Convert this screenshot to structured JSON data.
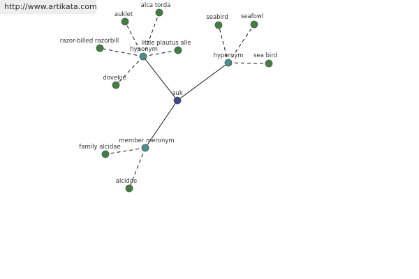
{
  "source": {
    "link_text": "http://www.artikata.com"
  },
  "colors": {
    "root": "#3b4a8a",
    "relation": "#4a8f8f",
    "leaf": "#3f7f3f"
  },
  "graph": {
    "root": {
      "id": "auk",
      "label": "auk"
    },
    "relations": [
      {
        "id": "hyponym",
        "label": "hyponym"
      },
      {
        "id": "hypernym",
        "label": "hypernym"
      },
      {
        "id": "member-meronym",
        "label": "member meronym"
      }
    ],
    "leaves": [
      {
        "id": "auklet",
        "label": "auklet",
        "relation": "hyponym"
      },
      {
        "id": "alca-torda",
        "label": "alca torda",
        "relation": "hyponym"
      },
      {
        "id": "razor-billed-razorbill",
        "label": "razor-billed razorbill",
        "relation": "hyponym"
      },
      {
        "id": "little-plautus-alle",
        "label": "little plautus alle",
        "relation": "hyponym"
      },
      {
        "id": "dovekie",
        "label": "dovekie",
        "relation": "hyponym"
      },
      {
        "id": "seabird",
        "label": "seabird",
        "relation": "hypernym"
      },
      {
        "id": "seafowl",
        "label": "seafowl",
        "relation": "hypernym"
      },
      {
        "id": "sea-bird",
        "label": "sea bird",
        "relation": "hypernym"
      },
      {
        "id": "family-alcidae",
        "label": "family alcidae",
        "relation": "member-meronym"
      },
      {
        "id": "alcidae",
        "label": "alcidae",
        "relation": "member-meronym"
      }
    ]
  }
}
